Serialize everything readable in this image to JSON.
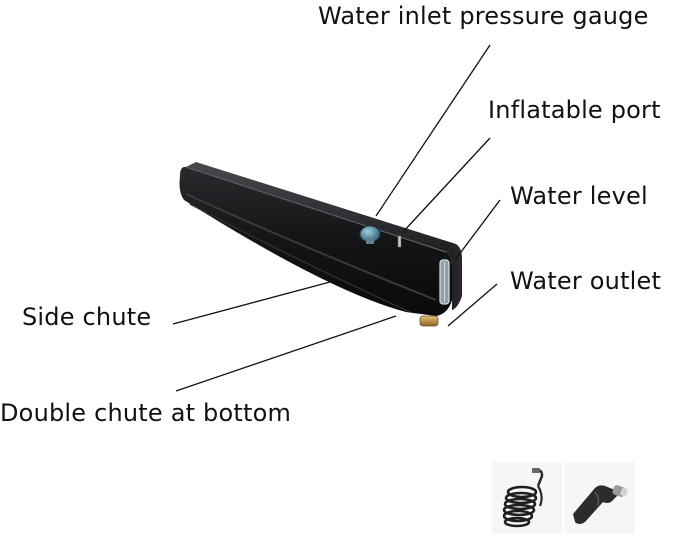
{
  "labels": {
    "water_inlet_pressure_gauge": "Water inlet pressure gauge",
    "inflatable_port": "Inflatable port",
    "water_level": "Water level",
    "water_outlet": "Water outlet",
    "side_chute": "Side chute",
    "double_chute_at_bottom": "Double chute at bottom"
  },
  "colors": {
    "tank_body": "#1b1b1d",
    "tank_edge": "#3a3a3e",
    "gauge_blue": "#4a7d94",
    "brass": "#b58a3a",
    "line": "#111111"
  },
  "icons": {
    "accessory_1": "coiled-hose-icon",
    "accessory_2": "spray-nozzle-icon"
  }
}
